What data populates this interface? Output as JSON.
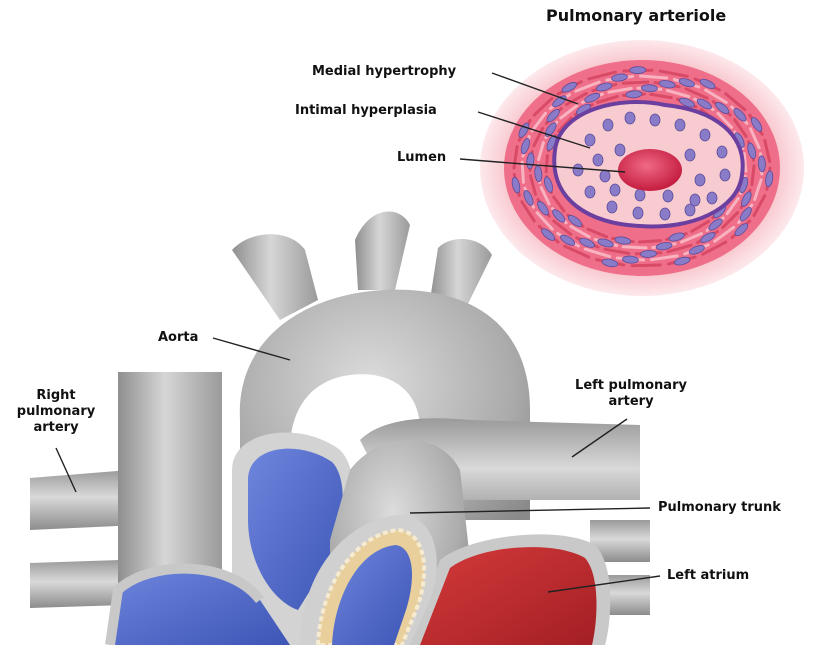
{
  "title": "Pulmonary arteriole",
  "labels": {
    "medial_hypertrophy": "Medial hypertrophy",
    "intimal_hyperplasia": "Intimal hyperplasia",
    "lumen": "Lumen",
    "aorta": "Aorta",
    "right_pulmonary_artery": "Right\npulmonary\nartery",
    "left_pulmonary_artery": "Left pulmonary\nartery",
    "pulmonary_trunk": "Pulmonary trunk",
    "left_atrium": "Left atrium"
  },
  "colors": {
    "vessel_gray": "#a9a9a9",
    "vessel_light": "#d9d9d9",
    "blue_chamber": "#4f66c4",
    "red_chamber": "#c02a2e",
    "arteriole_pink": "#ea5a78",
    "halo_pink": "#f6c8cd",
    "intima_purple": "#6b3fa0",
    "nucleus": "#8a7bc8",
    "lumen_red": "#d8254a",
    "valve_beige": "#e8cf9c"
  }
}
